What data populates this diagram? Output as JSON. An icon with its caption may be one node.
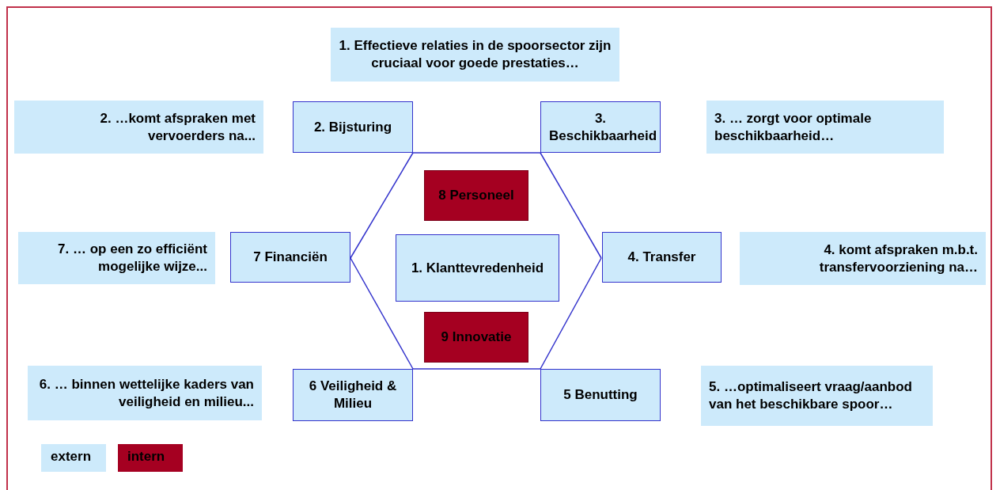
{
  "diagram": {
    "nodes": [
      {
        "text": [
          "1. Effectieve relaties in de spoorsector zijn cruciaal voor goede prestaties…"
        ]
      },
      {
        "text": [
          "2. …komt afspraken met vervoerders na..."
        ]
      },
      {
        "text": [
          "2. Bijsturing"
        ]
      },
      {
        "text": [
          "3. Beschikbaarheid"
        ]
      },
      {
        "text": [
          "3. … zorgt voor optimale beschikbaarheid…"
        ]
      },
      {
        "text": [
          "8 Personeel"
        ]
      },
      {
        "text": [
          "7. … op een zo efficiënt mogelijke wijze..."
        ]
      },
      {
        "text": [
          "7 Financiën"
        ]
      },
      {
        "text": [
          "1. Klanttevredenheid"
        ]
      },
      {
        "text": [
          "4. Transfer"
        ]
      },
      {
        "text": [
          "4. komt afspraken m.b.t. transfervoorziening na…"
        ]
      },
      {
        "text": [
          "9 Innovatie"
        ]
      },
      {
        "text": [
          "6. … binnen wettelijke kaders van veiligheid en milieu..."
        ]
      },
      {
        "text": [
          "6 Veiligheid & Milieu"
        ]
      },
      {
        "text": [
          "5 Benutting"
        ]
      },
      {
        "text": [
          "5. …optimaliseert vraag/aanbod van het beschikbare spoor…"
        ]
      }
    ],
    "edges": [
      {
        "from": 2,
        "to": 3,
        "arrow": "none"
      },
      {
        "from": 3,
        "to": 9,
        "arrow": "none"
      },
      {
        "from": 9,
        "to": 14,
        "arrow": "none"
      },
      {
        "from": 14,
        "to": 13,
        "arrow": "none"
      },
      {
        "from": 13,
        "to": 7,
        "arrow": "none"
      },
      {
        "from": 7,
        "to": 2,
        "arrow": "none"
      }
    ],
    "legend": [
      {
        "text": "extern",
        "color": "#cdeafb"
      },
      {
        "text": "intern",
        "color": "#a50021"
      }
    ]
  }
}
